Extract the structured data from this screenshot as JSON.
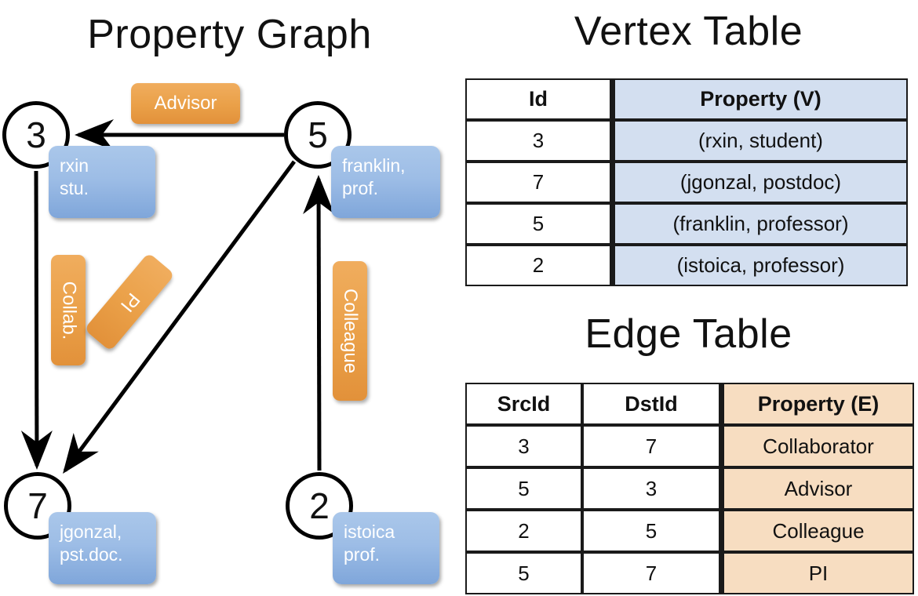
{
  "titles": {
    "graph": "Property Graph",
    "vertex_table": "Vertex Table",
    "edge_table": "Edge Table"
  },
  "graph": {
    "nodes": [
      {
        "id": "3",
        "property_line1": "rxin",
        "property_line2": "stu."
      },
      {
        "id": "5",
        "property_line1": "franklin,",
        "property_line2": "prof."
      },
      {
        "id": "7",
        "property_line1": "jgonzal,",
        "property_line2": "pst.doc."
      },
      {
        "id": "2",
        "property_line1": "istoica",
        "property_line2": "prof."
      }
    ],
    "edge_labels": {
      "advisor": "Advisor",
      "collab": "Collab.",
      "pi": "PI",
      "colleague": "Colleague"
    },
    "edges": [
      {
        "src": "5",
        "dst": "3",
        "label": "Advisor"
      },
      {
        "src": "3",
        "dst": "7",
        "label": "Collab."
      },
      {
        "src": "5",
        "dst": "7",
        "label": "PI"
      },
      {
        "src": "2",
        "dst": "5",
        "label": "Colleague"
      }
    ]
  },
  "vertex_table": {
    "headers": [
      "Id",
      "Property (V)"
    ],
    "rows": [
      {
        "id": "3",
        "property": "(rxin, student)"
      },
      {
        "id": "7",
        "property": "(jgonzal, postdoc)"
      },
      {
        "id": "5",
        "property": "(franklin, professor)"
      },
      {
        "id": "2",
        "property": "(istoica, professor)"
      }
    ]
  },
  "edge_table": {
    "headers": [
      "SrcId",
      "DstId",
      "Property (E)"
    ],
    "rows": [
      {
        "src": "3",
        "dst": "7",
        "property": "Collaborator"
      },
      {
        "src": "5",
        "dst": "3",
        "property": "Advisor"
      },
      {
        "src": "2",
        "dst": "5",
        "property": "Colleague"
      },
      {
        "src": "5",
        "dst": "7",
        "property": "PI"
      }
    ]
  },
  "colors": {
    "vertex_property_fill": "#d3dff0",
    "edge_property_fill": "#f7ddc1",
    "node_property_box": "#9dbde6",
    "edge_label_box": "#eaa048",
    "background": "#ffffff",
    "stroke": "#1a1a1a"
  }
}
